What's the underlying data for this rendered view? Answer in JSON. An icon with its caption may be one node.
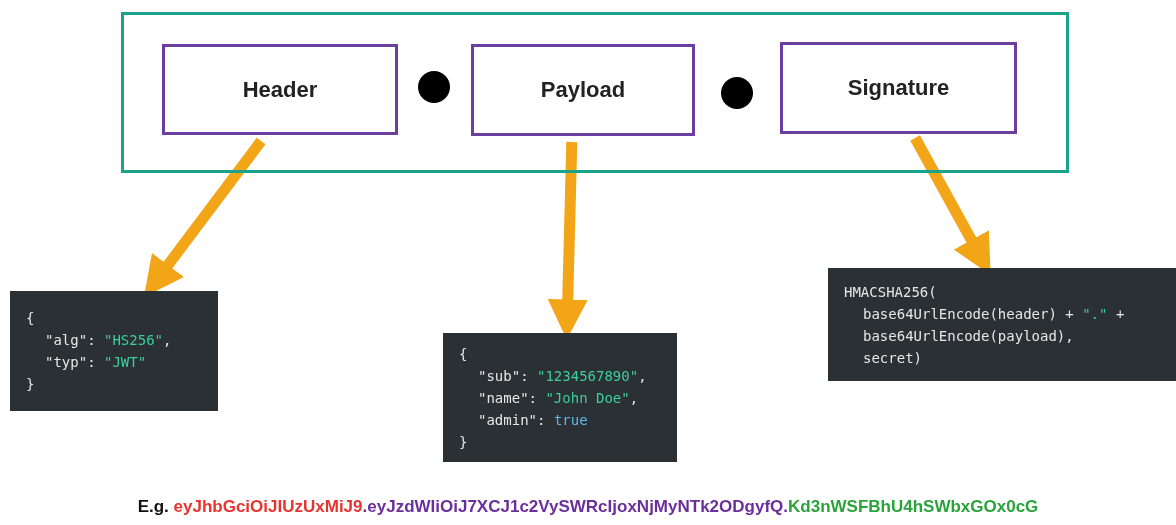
{
  "diagram": {
    "nodes": [
      {
        "text": [],
        "shape": "box"
      },
      {
        "text": [
          "Header"
        ],
        "in": 0
      },
      {
        "text": [
          "Payload"
        ],
        "in": 0
      },
      {
        "text": [
          "Signature"
        ],
        "in": 0
      },
      {
        "text": [
          "{",
          "\"alg\": \"HS256\",",
          "\"typ\": \"JWT\"",
          "}"
        ]
      },
      {
        "text": [
          "{",
          "\"sub\": \"1234567890\",",
          "\"name\": \"John Doe\",",
          "\"admin\": true",
          "}"
        ]
      },
      {
        "text": [
          "HMACSHA256(",
          "base64UrlEncode(header) + \".\" +",
          "base64UrlEncode(payload),",
          "secret)"
        ]
      }
    ],
    "edges": [
      {
        "from": 1,
        "to": 4,
        "arrow": "to"
      },
      {
        "from": 2,
        "to": 5,
        "arrow": "to"
      },
      {
        "from": 3,
        "to": 6,
        "arrow": "to"
      }
    ],
    "labels": [
      "E.g. eyJhbGciOiJIUzUxMiJ9.eyJzdWIiOiJ7XCJ1c2VySWRcIjoxNjMyNTk2ODgyfQ.Kd3nWSFBhU4hSWbxGOx0cG"
    ]
  }
}
